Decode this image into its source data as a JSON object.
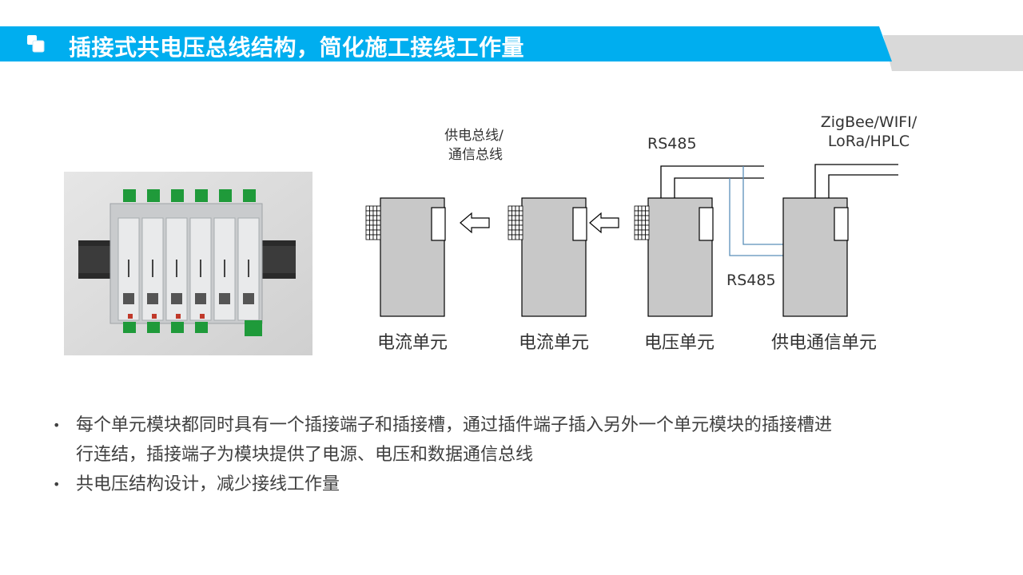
{
  "header": {
    "title": "插接式共电压总线结构，简化施工接线工作量",
    "accent_color": "#00AEEF",
    "tab_color": "#D9D9D9"
  },
  "diagram": {
    "bus_label_line1": "供电总线/",
    "bus_label_line2": "通信总线",
    "rs485_top": "RS485",
    "rs485_mid": "RS485",
    "wireless_line1": "ZigBee/WIFI/",
    "wireless_line2": "LoRa/HPLC",
    "units": [
      "电流单元",
      "电流单元",
      "电压单元",
      "供电通信单元"
    ]
  },
  "bullets": [
    {
      "line1": "每个单元模块都同时具有一个插接端子和插接槽，通过插件端子插入另外一个单元模块的插接槽进",
      "line2": "行连结，插接端子为模块提供了电源、电压和数据通信总线"
    },
    {
      "line1": "共电压结构设计，减少接线工作量"
    }
  ]
}
